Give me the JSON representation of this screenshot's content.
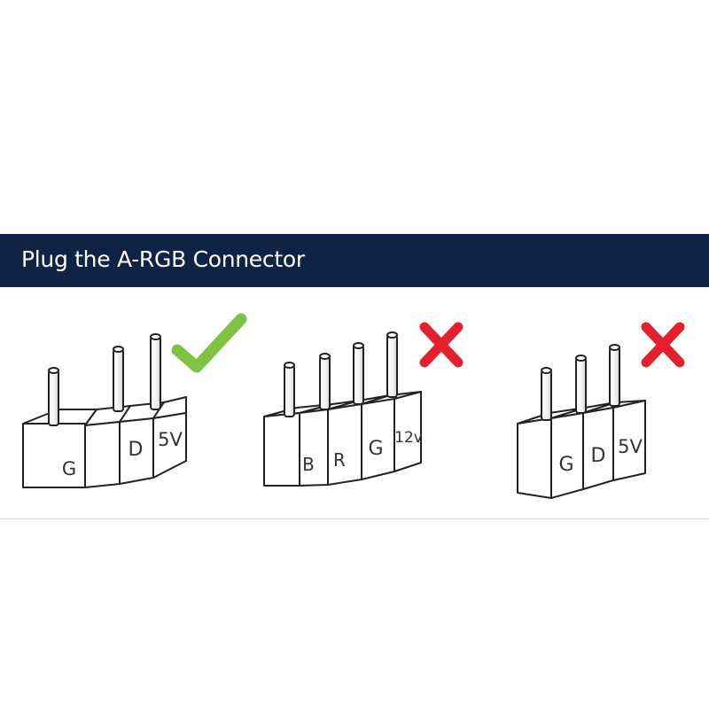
{
  "header": {
    "title": "Plug the A-RGB Connector"
  },
  "connectors": [
    {
      "status": "correct",
      "status_icon": "check-icon",
      "pins": [
        "G",
        "",
        "D",
        "5V"
      ]
    },
    {
      "status": "incorrect",
      "status_icon": "cross-icon",
      "pins": [
        "B",
        "R",
        "G",
        "12v"
      ]
    },
    {
      "status": "incorrect",
      "status_icon": "cross-icon",
      "pins": [
        "G",
        "D",
        "5V"
      ]
    }
  ],
  "colors": {
    "banner": "#0f2345",
    "check": "#7dc242",
    "cross": "#e5202e",
    "stroke": "#222222"
  }
}
